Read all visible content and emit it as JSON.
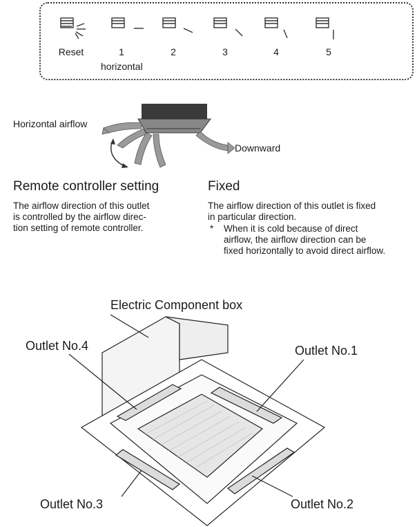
{
  "legend": {
    "positions": [
      {
        "label": "Reset",
        "sublabel": ""
      },
      {
        "label": "1",
        "sublabel": "horizontal"
      },
      {
        "label": "2",
        "sublabel": ""
      },
      {
        "label": "3",
        "sublabel": ""
      },
      {
        "label": "4",
        "sublabel": ""
      },
      {
        "label": "5",
        "sublabel": ""
      }
    ]
  },
  "airflow": {
    "horizontal_label": "Horizontal airflow",
    "downward_label": "Downward"
  },
  "remote": {
    "heading": "Remote controller setting",
    "lines": [
      "The airflow direction of this outlet",
      "is controlled by the airflow direc-",
      "tion setting of remote controller."
    ]
  },
  "fixed": {
    "heading": "Fixed",
    "lines": [
      "The airflow direction of this outlet is fixed",
      "in particular direction."
    ],
    "note_mark": "*",
    "note_lines": [
      "When it is cold because of direct",
      "airflow, the airflow direction can be",
      "fixed horizontally to avoid direct airflow."
    ]
  },
  "unit": {
    "component_box": "Electric Component box",
    "outlet1": "Outlet No.1",
    "outlet2": "Outlet No.2",
    "outlet3": "Outlet No.3",
    "outlet4": "Outlet No.4"
  }
}
